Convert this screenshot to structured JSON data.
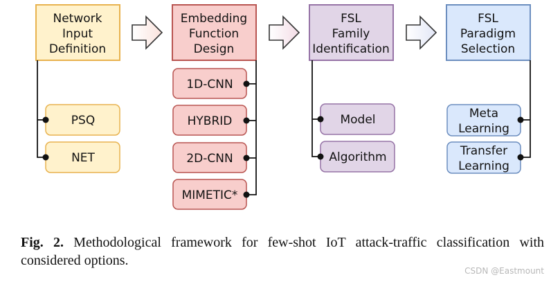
{
  "stages": [
    {
      "lines": [
        "Network",
        "Input",
        "Definition"
      ],
      "fill": "#fff2cc",
      "stroke": "#e8b24e"
    },
    {
      "lines": [
        "Embedding",
        "Function",
        "Design"
      ],
      "fill": "#f8cecc",
      "stroke": "#b85450"
    },
    {
      "lines": [
        "FSL",
        "Family",
        "Identification"
      ],
      "fill": "#e1d5e7",
      "stroke": "#9673a6"
    },
    {
      "lines": [
        "FSL",
        "Paradigm",
        "Selection"
      ],
      "fill": "#dae8fc",
      "stroke": "#6c8ebf"
    }
  ],
  "options": {
    "input": [
      "PSQ",
      "NET"
    ],
    "embedding": [
      "1D-CNN",
      "HYBRID",
      "2D-CNN",
      "MIMETIC*"
    ],
    "family": [
      "Model",
      "Algorithm"
    ],
    "paradigm": [
      [
        "Meta",
        "Learning"
      ],
      [
        "Transfer",
        "Learning"
      ]
    ]
  },
  "caption": {
    "label": "Fig. 2.",
    "text": "Methodological framework for few-shot IoT attack-traffic classification with considered options."
  },
  "watermark": "CSDN @Eastmount"
}
